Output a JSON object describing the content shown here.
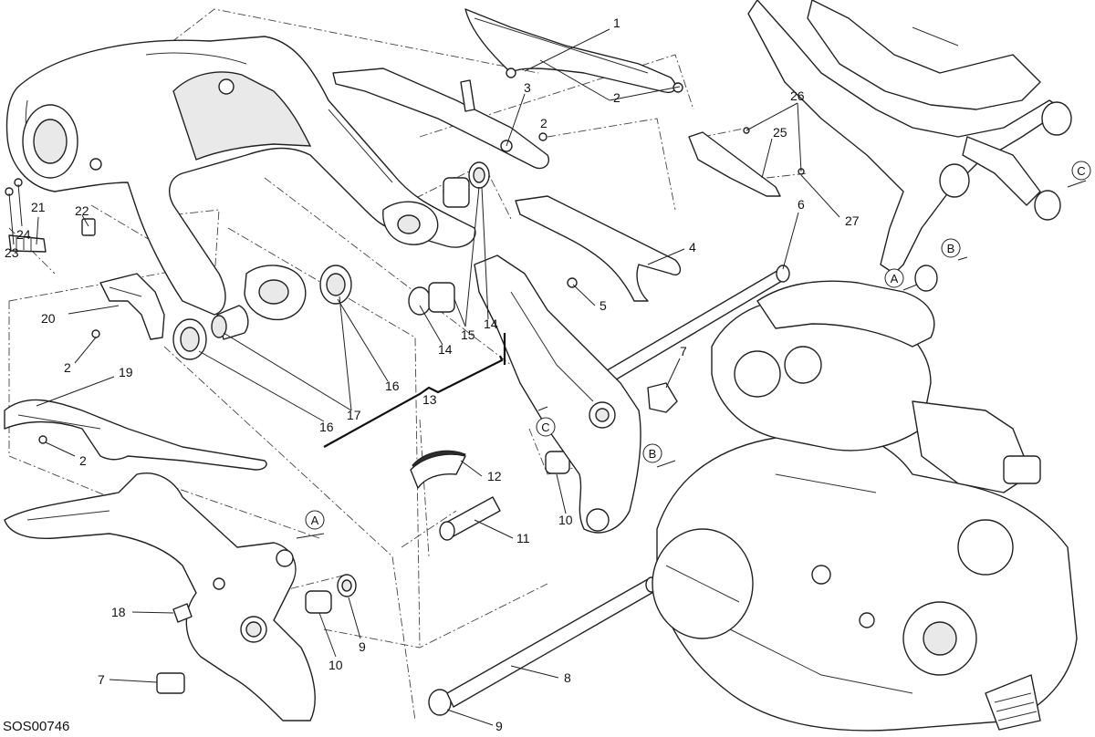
{
  "diagram": {
    "code": "SOS00746",
    "callouts": [
      "1",
      "2",
      "3",
      "2",
      "26",
      "25",
      "27",
      "21",
      "22",
      "23",
      "24",
      "20",
      "2",
      "19",
      "2",
      "4",
      "5",
      "6",
      "7",
      "15",
      "14",
      "14",
      "16",
      "16",
      "17",
      "13",
      "12",
      "11",
      "10",
      "18",
      "10",
      "9",
      "7",
      "8",
      "9"
    ],
    "markers": [
      "A",
      "B",
      "C",
      "C",
      "B",
      "A"
    ]
  }
}
